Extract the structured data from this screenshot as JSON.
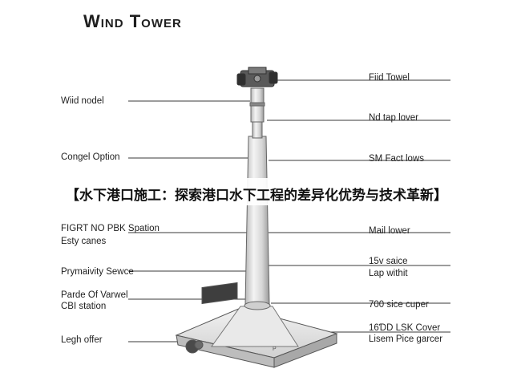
{
  "title": "Wind Tower",
  "banner": "【水下港口施工：探索港口水下工程的差异化优势与技术革新】",
  "labels_left": [
    {
      "id": "wind-model",
      "text": "Wiid nodel"
    },
    {
      "id": "congel-option",
      "text": "Congel Option"
    },
    {
      "id": "figrt-spation",
      "text": "FIGRT NO PBK Spation"
    },
    {
      "id": "esty-canes",
      "text": "Esty canes"
    },
    {
      "id": "prymaivity",
      "text": "Prymaivity Sewce"
    },
    {
      "id": "parde-varwel",
      "text": "Parde Of Varwel"
    },
    {
      "id": "cbi-station",
      "text": "CBI station"
    },
    {
      "id": "legh-offer",
      "text": "Legh offer"
    }
  ],
  "labels_right": [
    {
      "id": "fiid-towel",
      "text": "Fiid Towel"
    },
    {
      "id": "nd-tap-lover",
      "text": "Nd tap lover"
    },
    {
      "id": "sm-fact-lows",
      "text": "SM Fact lows"
    },
    {
      "id": "mail-lower",
      "text": "Mail lower"
    },
    {
      "id": "15v-saice",
      "text": "15v saice"
    },
    {
      "id": "lap-withit",
      "text": "Lap withit"
    },
    {
      "id": "700-sice-cuper",
      "text": "700 sice cuper"
    },
    {
      "id": "16d-lsk-cover",
      "text": "16ƊD LSK Cover"
    },
    {
      "id": "lisem-pice-garcer",
      "text": "Lisem Pice garcer"
    }
  ]
}
